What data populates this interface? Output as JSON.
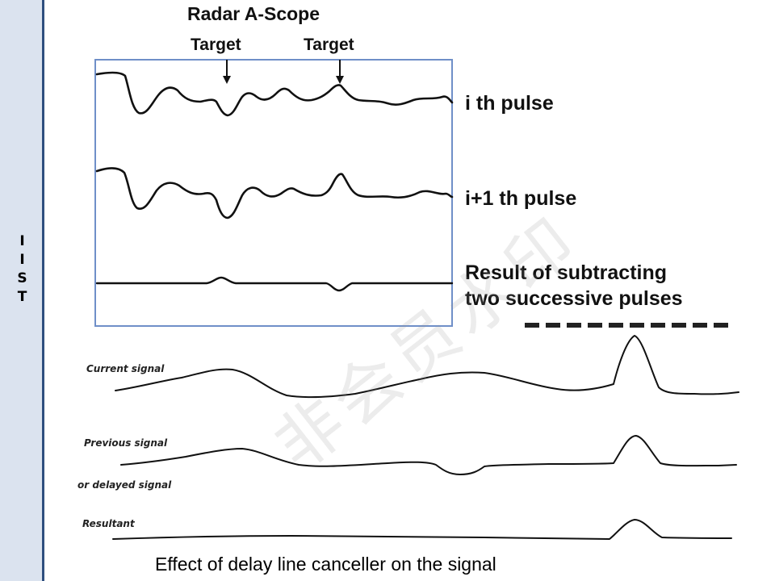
{
  "sidebar": {
    "letters": [
      "I",
      "I",
      "S",
      "T"
    ]
  },
  "scope": {
    "title": "Radar A-Scope",
    "target_label_1": "Target",
    "target_label_2": "Target",
    "pulse_i": "i th pulse",
    "pulse_i1": "i+1 th pulse",
    "result_line1": "Result of subtracting",
    "result_line2": "two successive pulses"
  },
  "canceller": {
    "current": "Current signal",
    "previous": "Previous signal",
    "delayed": "or delayed signal",
    "resultant": "Resultant"
  },
  "caption": "Effect of delay line canceller on the signal",
  "watermark": "非会员水印"
}
